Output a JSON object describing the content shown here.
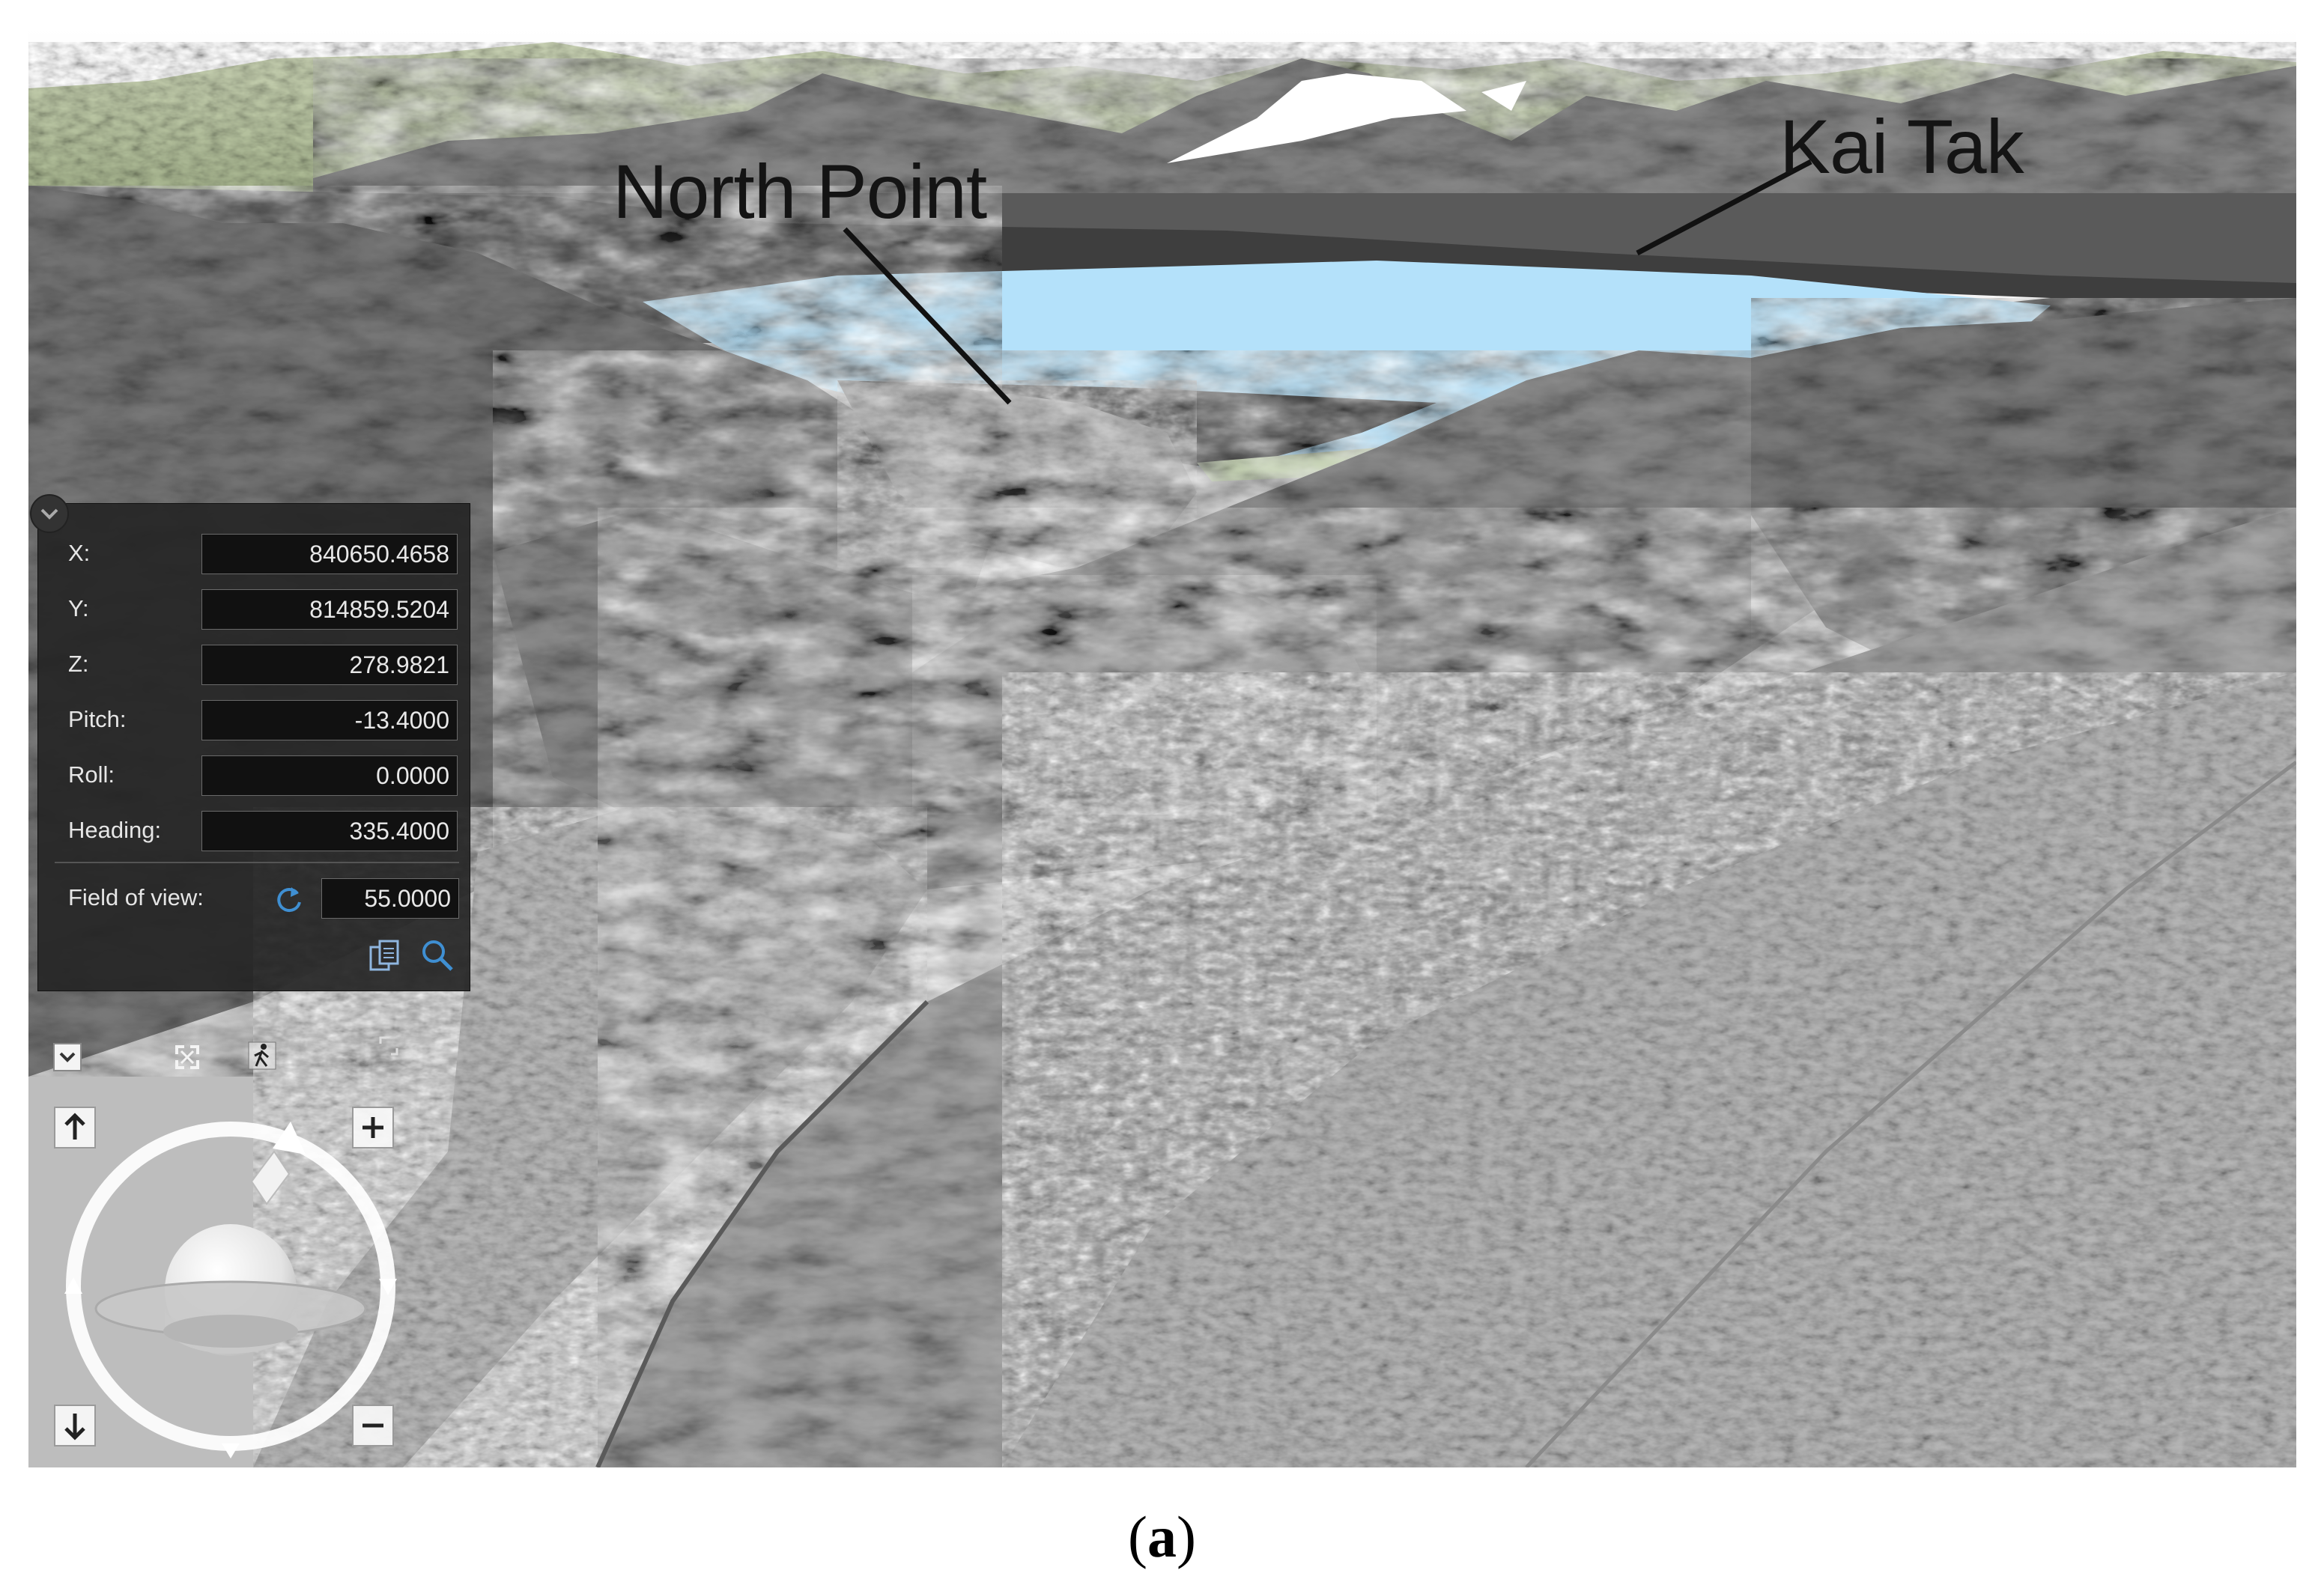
{
  "map": {
    "labels": [
      {
        "id": "north-point",
        "text": "North Point"
      },
      {
        "id": "kai-tak",
        "text": "Kai Tak"
      }
    ]
  },
  "camera_panel": {
    "fields": [
      {
        "label": "X:",
        "value": "840650.4658"
      },
      {
        "label": "Y:",
        "value": "814859.5204"
      },
      {
        "label": "Z:",
        "value": "278.9821"
      },
      {
        "label": "Pitch:",
        "value": "-13.4000"
      },
      {
        "label": "Roll:",
        "value": "0.0000"
      },
      {
        "label": "Heading:",
        "value": "335.4000"
      }
    ],
    "fov_label": "Field of view:",
    "fov_value": "55.0000"
  },
  "navigator": {
    "icons": [
      "collapse-icon",
      "fullscreen-icon",
      "walk-icon",
      "expand-icon",
      "up-arrow-icon",
      "down-arrow-icon",
      "zoom-in-icon",
      "zoom-out-icon",
      "compass-icon",
      "globe-icon"
    ]
  },
  "colors": {
    "water": "#b4e1fa",
    "panel": "#262626",
    "panel_text": "#e6e6e6",
    "accent_blue": "#3f8fd2"
  },
  "caption": {
    "open": "(",
    "letter": "a",
    "close": ")"
  }
}
